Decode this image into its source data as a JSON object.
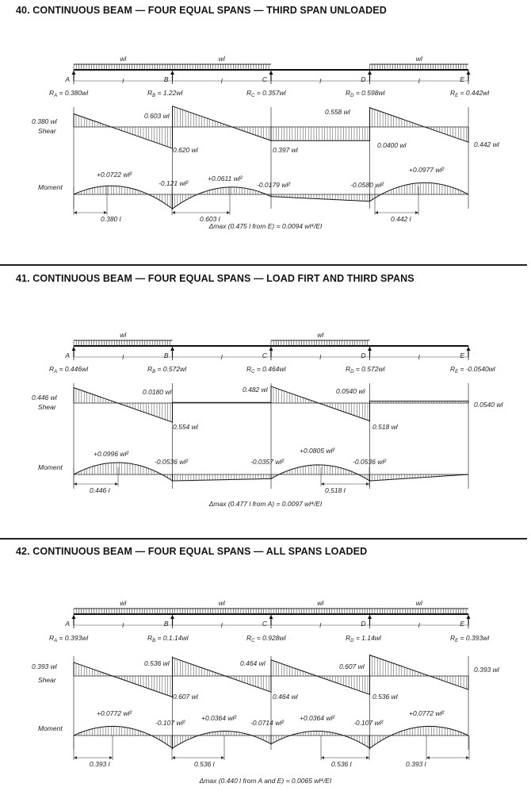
{
  "diagrams": [
    {
      "id": "d40",
      "title": "40. CONTINUOUS BEAM — FOUR EQUAL SPANS — THIRD SPAN UNLOADED",
      "load_label": "wl",
      "loaded_spans": [
        0,
        1,
        3
      ],
      "nodes": [
        "A",
        "B",
        "C",
        "D",
        "E"
      ],
      "span_label": "l",
      "reactions": [
        "R_A = 0.380wl",
        "R_B = 1.22wl",
        "R_C = 0.357wl",
        "R_D = 0.598wl",
        "R_E = 0.442wl"
      ],
      "shear_row_label": "Shear",
      "moment_row_label": "Moment",
      "shear": [
        {
          "pos": 0,
          "before": null,
          "after": 0.38
        },
        {
          "pos": 1,
          "before": -0.62,
          "after": 0.603
        },
        {
          "pos": 2,
          "before": -0.397,
          "after": -0.397
        },
        {
          "pos": 3,
          "before": -0.397,
          "after": 0.558
        },
        {
          "pos": 4,
          "before": -0.442,
          "after": null
        }
      ],
      "shear_labels": [
        "0.380 wl",
        "0.603 wl",
        "0.620 wl",
        "0.397 wl",
        "0.558 wl",
        "0.0400 wl",
        "0.442 wl"
      ],
      "support_moments": [
        0,
        -0.121,
        -0.0179,
        -0.058,
        0
      ],
      "moment_labels": [
        "+0.0722 wl²",
        "-0.121 wl²",
        "+0.0611 wl²",
        "-0.0179 wl²",
        "-0.0580 wl²",
        "+0.0977 wl²"
      ],
      "dimension_labels": [
        "0.380 l",
        "0.603 l",
        "0.442 l"
      ],
      "deflection_note": "Δmax (0.475 l from E) = 0.0094 wl⁴/EI"
    },
    {
      "id": "d41",
      "title": "41. CONTINUOUS BEAM — FOUR EQUAL SPANS — LOAD FIRT AND THIRD SPANS",
      "load_label": "wl",
      "loaded_spans": [
        0,
        2
      ],
      "nodes": [
        "A",
        "B",
        "C",
        "D",
        "E"
      ],
      "span_label": "l",
      "reactions": [
        "R_A = 0.446wl",
        "R_B = 0.572wl",
        "R_C = 0.464wl",
        "R_D = 0.572wl",
        "R_E = -0.0540wl"
      ],
      "shear_row_label": "Shear",
      "moment_row_label": "Moment",
      "shear": [
        {
          "pos": 0,
          "before": null,
          "after": 0.446
        },
        {
          "pos": 1,
          "before": -0.554,
          "after": 0.018
        },
        {
          "pos": 2,
          "before": 0.018,
          "after": 0.482
        },
        {
          "pos": 3,
          "before": -0.518,
          "after": 0.054
        },
        {
          "pos": 4,
          "before": 0.054,
          "after": null
        }
      ],
      "shear_labels": [
        "0.446 wl",
        "0.0180 wl",
        "0.554 wl",
        "0.482 wl",
        "0.0540 wl",
        "0.518 wl",
        "0.0540 wl"
      ],
      "support_moments": [
        0,
        -0.0536,
        -0.0357,
        -0.0536,
        0
      ],
      "moment_labels": [
        "+0.0996 wl²",
        "-0.0536 wl²",
        "-0.0357 wl²",
        "+0.0805 wl²",
        "-0.0536 wl²"
      ],
      "dimension_labels": [
        "0.446 l",
        "0.518 l"
      ],
      "deflection_note": "Δmax (0.477 l from A) = 0.0097 wl⁴/EI"
    },
    {
      "id": "d42",
      "title": "42. CONTINUOUS BEAM — FOUR EQUAL SPANS — ALL SPANS LOADED",
      "load_label": "wl",
      "loaded_spans": [
        0,
        1,
        2,
        3
      ],
      "nodes": [
        "A",
        "B",
        "C",
        "D",
        "E"
      ],
      "span_label": "l",
      "reactions": [
        "R_A = 0.393wl",
        "R_B = 0.1.14wl",
        "R_C = 0.928wl",
        "R_D = 1.14wl",
        "R_E = 0.393wl"
      ],
      "shear_row_label": "Shear",
      "moment_row_label": "Moment",
      "shear": [
        {
          "pos": 0,
          "before": null,
          "after": 0.393
        },
        {
          "pos": 1,
          "before": -0.607,
          "after": 0.536
        },
        {
          "pos": 2,
          "before": -0.464,
          "after": 0.464
        },
        {
          "pos": 3,
          "before": -0.536,
          "after": 0.607
        },
        {
          "pos": 4,
          "before": -0.393,
          "after": null
        }
      ],
      "shear_labels": [
        "0.393 wl",
        "0.536 wl",
        "0.607 wl",
        "0.464 wl",
        "0.464 wl",
        "0.607 wl",
        "0.536 wl",
        "0.393 wl"
      ],
      "support_moments": [
        0,
        -0.107,
        -0.0714,
        -0.107,
        0
      ],
      "moment_labels": [
        "+0.0772 wl²",
        "-0.107 wl²",
        "+0.0364 wl²",
        "-0.0714 wl²",
        "+0.0364 wl²",
        "-0.107 wl²",
        "+0.0772 wl²"
      ],
      "dimension_labels": [
        "0.393 l",
        "0.536 l",
        "0.536 l",
        "0.393 l"
      ],
      "deflection_note": "Δmax (0.440 l from A and E) = 0.0065 wl⁴/EI"
    }
  ]
}
